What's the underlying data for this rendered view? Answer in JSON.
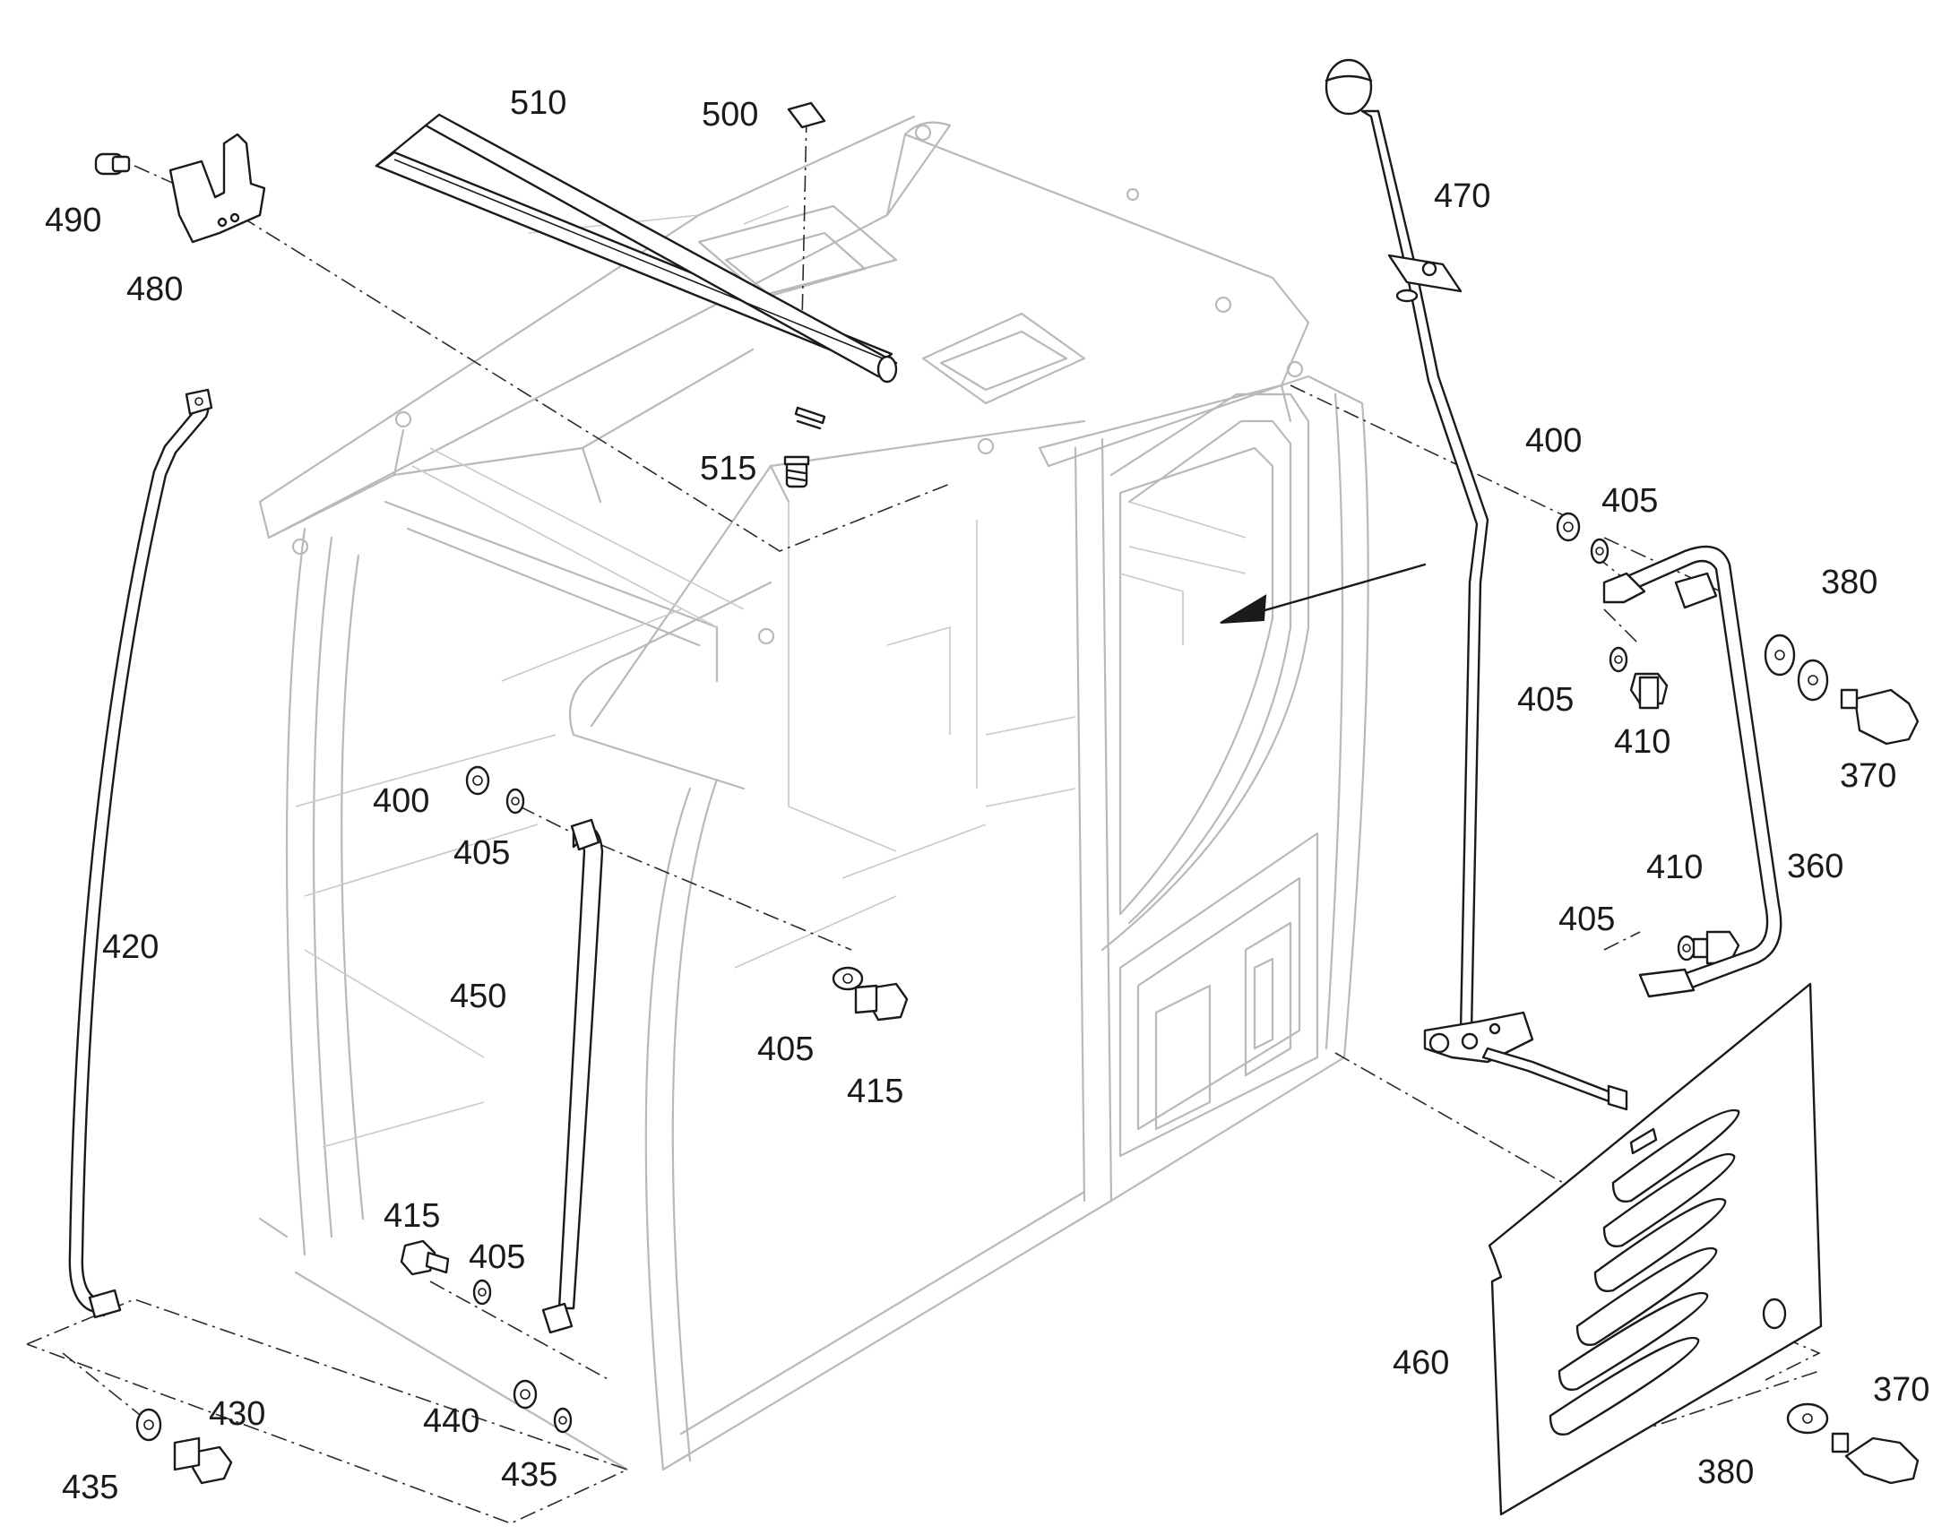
{
  "callouts": {
    "c510": "510",
    "c500": "500",
    "c490": "490",
    "c480": "480",
    "c515": "515",
    "c470": "470",
    "c400a": "400",
    "c405a": "405",
    "c380a": "380",
    "c405b": "405",
    "c410a": "410",
    "c370a": "370",
    "c360": "360",
    "c410b": "410",
    "c405c": "405",
    "c420": "420",
    "c400b": "400",
    "c405d": "405",
    "c450": "450",
    "c405e": "405",
    "c415a": "415",
    "c415b": "415",
    "c405f": "405",
    "c430": "430",
    "c435a": "435",
    "c440": "440",
    "c435b": "435",
    "c460": "460",
    "c370b": "370",
    "c380b": "380"
  }
}
